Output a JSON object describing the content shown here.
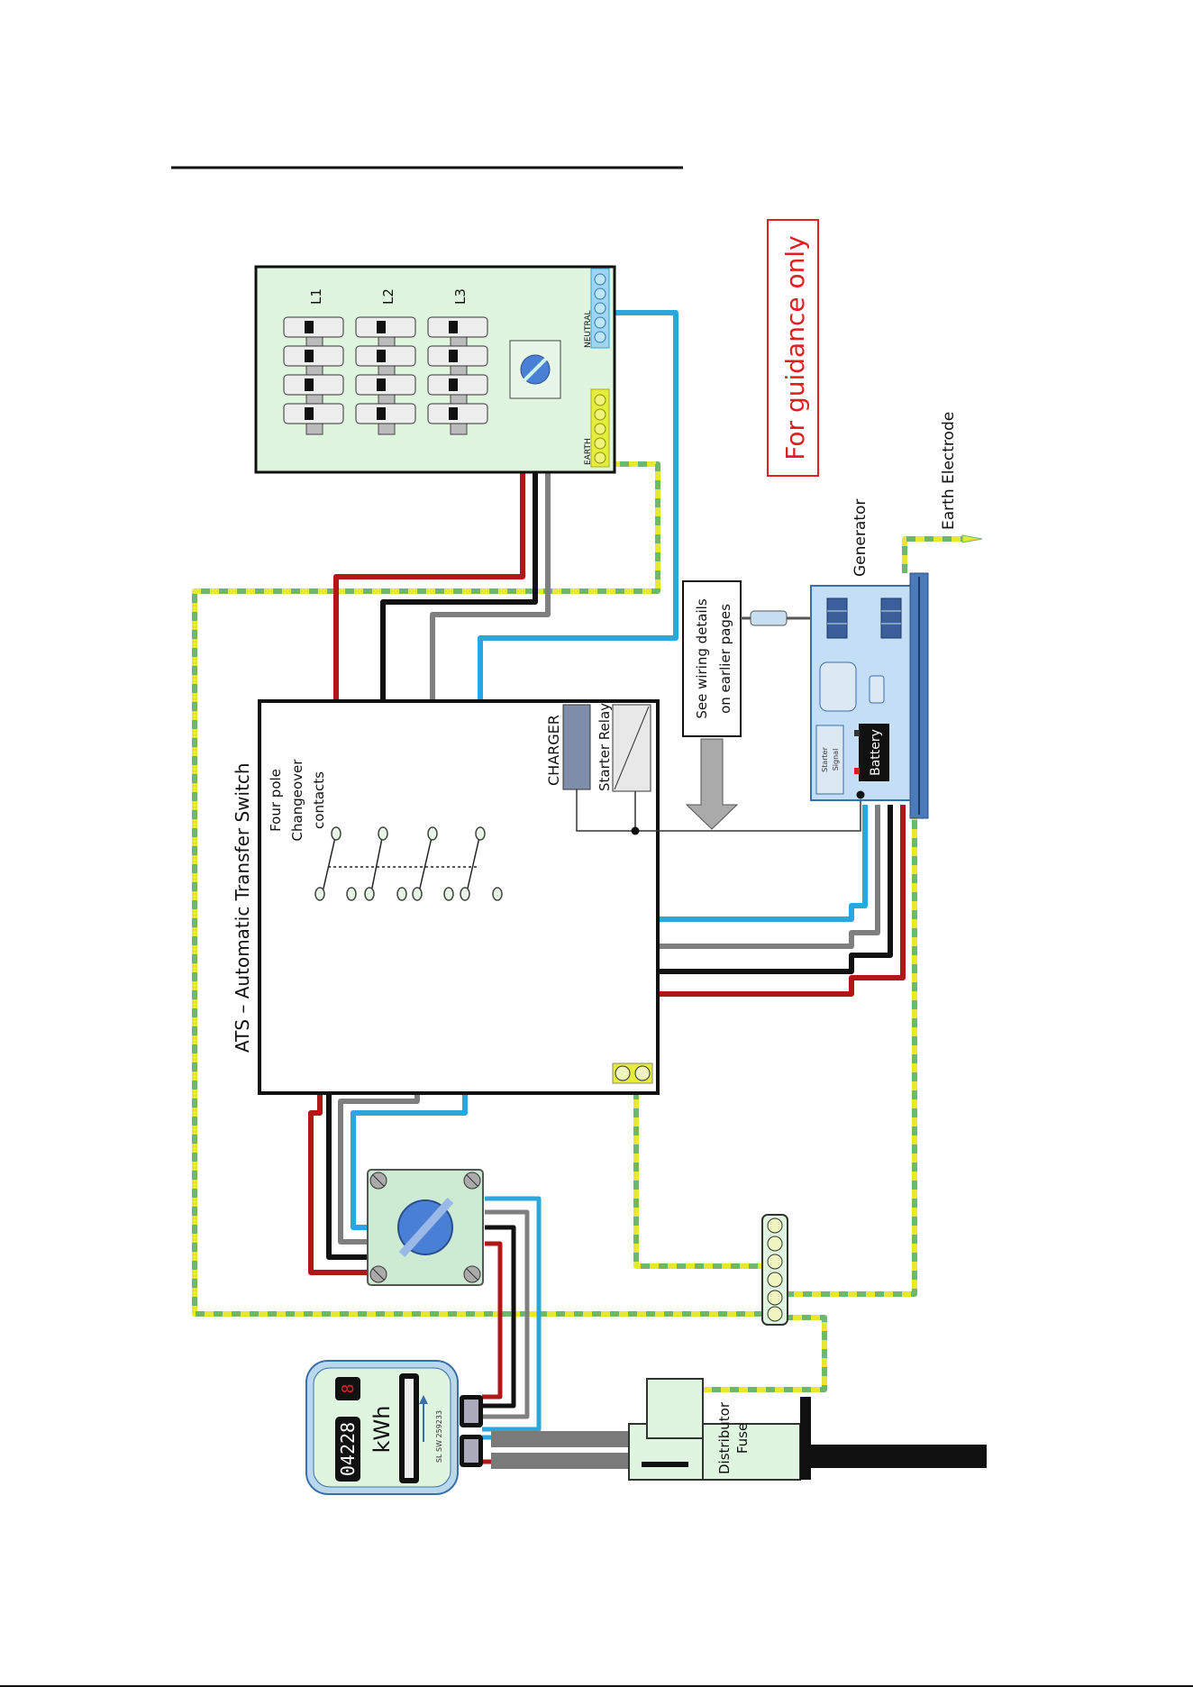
{
  "watermark": "For guidance only",
  "consumer_unit": {
    "row_labels": [
      "L1",
      "L2",
      "L3"
    ],
    "neutral_label": "NEUTRAL",
    "earth_label": "EARTH"
  },
  "ats": {
    "title": "ATS – Automatic Transfer Switch",
    "contacts_label_lines": [
      "Four pole",
      "Changeover",
      "contacts"
    ],
    "charger_label": "CHARGER",
    "relay_label": "Starter Relay"
  },
  "note": {
    "lines": [
      "See wiring details",
      "on earlier pages"
    ]
  },
  "generator": {
    "label": "Generator",
    "battery_label": "Battery",
    "starter_signal_lines": [
      "Starter",
      "Signal"
    ]
  },
  "earth_electrode": {
    "label": "Earth Electrode"
  },
  "meter": {
    "reading": "04228",
    "unit": "kWh",
    "digit": "8",
    "serial": "SL SW 259233"
  },
  "distributor_fuse": {
    "lines": [
      "Distributor",
      "Fuse"
    ]
  },
  "colors": {
    "line_brown": "#b01818",
    "line_black": "#111111",
    "line_grey": "#7f7f7f",
    "neutral_blue": "#2aa7dd",
    "earth_yellow": "#e8e830",
    "earth_green": "#6db86d",
    "panel_fill": "#dff5df",
    "watermark_red": "#e02020"
  }
}
